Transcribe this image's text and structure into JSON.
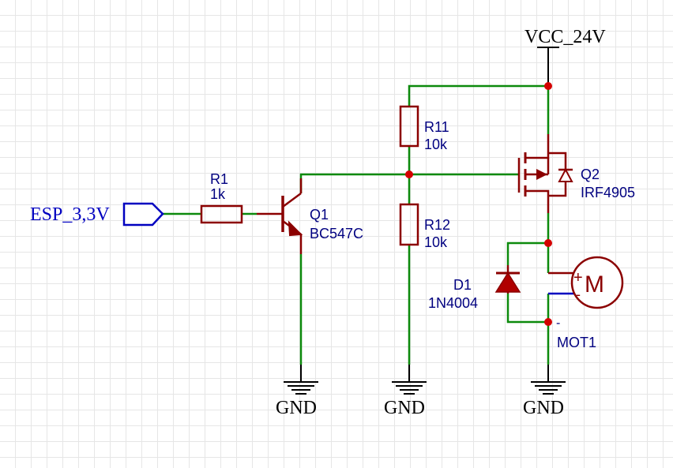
{
  "nets": {
    "vcc": "VCC_24V",
    "input_port": "ESP_3,3V",
    "gnd_q1": "GND",
    "gnd_r12": "GND",
    "gnd_mot": "GND"
  },
  "components": {
    "r1": {
      "ref": "R1",
      "value": "1k"
    },
    "r11": {
      "ref": "R11",
      "value": "10k"
    },
    "r12": {
      "ref": "R12",
      "value": "10k"
    },
    "q1": {
      "ref": "Q1",
      "value": "BC547C"
    },
    "q2": {
      "ref": "Q2",
      "value": "IRF4905"
    },
    "d1": {
      "ref": "D1",
      "value": "1N4004"
    },
    "mot1": {
      "ref": "MOT1",
      "plus": "+",
      "minus": "-",
      "pin_minus": "-",
      "symbol": "M"
    }
  },
  "colors": {
    "wire": "#0c8a0c",
    "component": "#8b0000",
    "port": "#0000c0",
    "junction": "#d40000",
    "label": "#000080"
  }
}
